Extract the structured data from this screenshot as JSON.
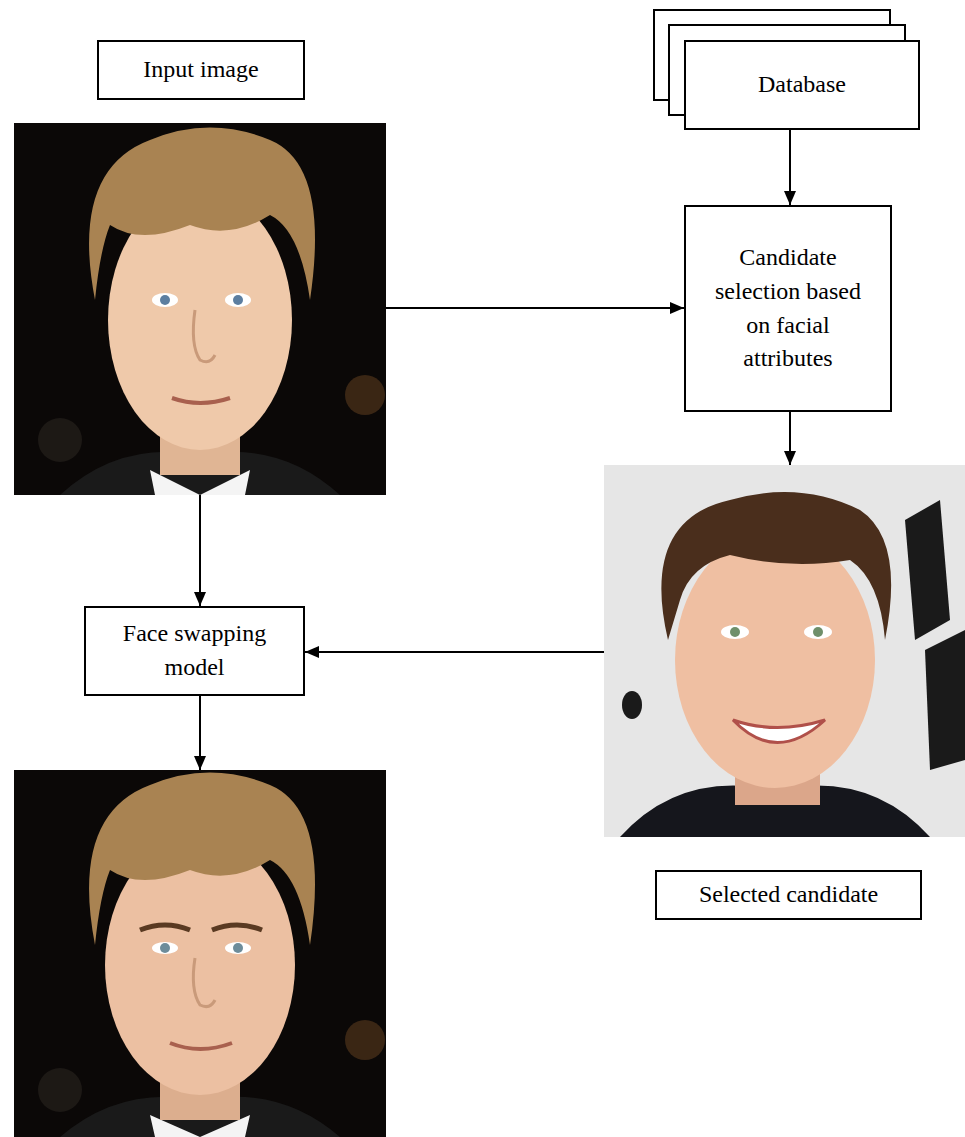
{
  "diagram": {
    "nodes": [
      {
        "text": [
          "Input image"
        ]
      },
      {
        "text": [
          "Database"
        ]
      },
      {
        "text": [
          "Candidate selection based on facial attributes"
        ]
      },
      {
        "text": [
          "Selected candidate"
        ]
      },
      {
        "text": [
          "Face swapping model"
        ]
      }
    ],
    "edges": [
      {
        "from": 1,
        "to": 2,
        "arrow": "to"
      },
      {
        "from": 0,
        "to": 2,
        "arrow": "to"
      },
      {
        "from": 2,
        "to": 3,
        "arrow": "to"
      },
      {
        "from": 0,
        "to": 4,
        "arrow": "to"
      },
      {
        "from": 3,
        "to": 4,
        "arrow": "to"
      }
    ]
  }
}
